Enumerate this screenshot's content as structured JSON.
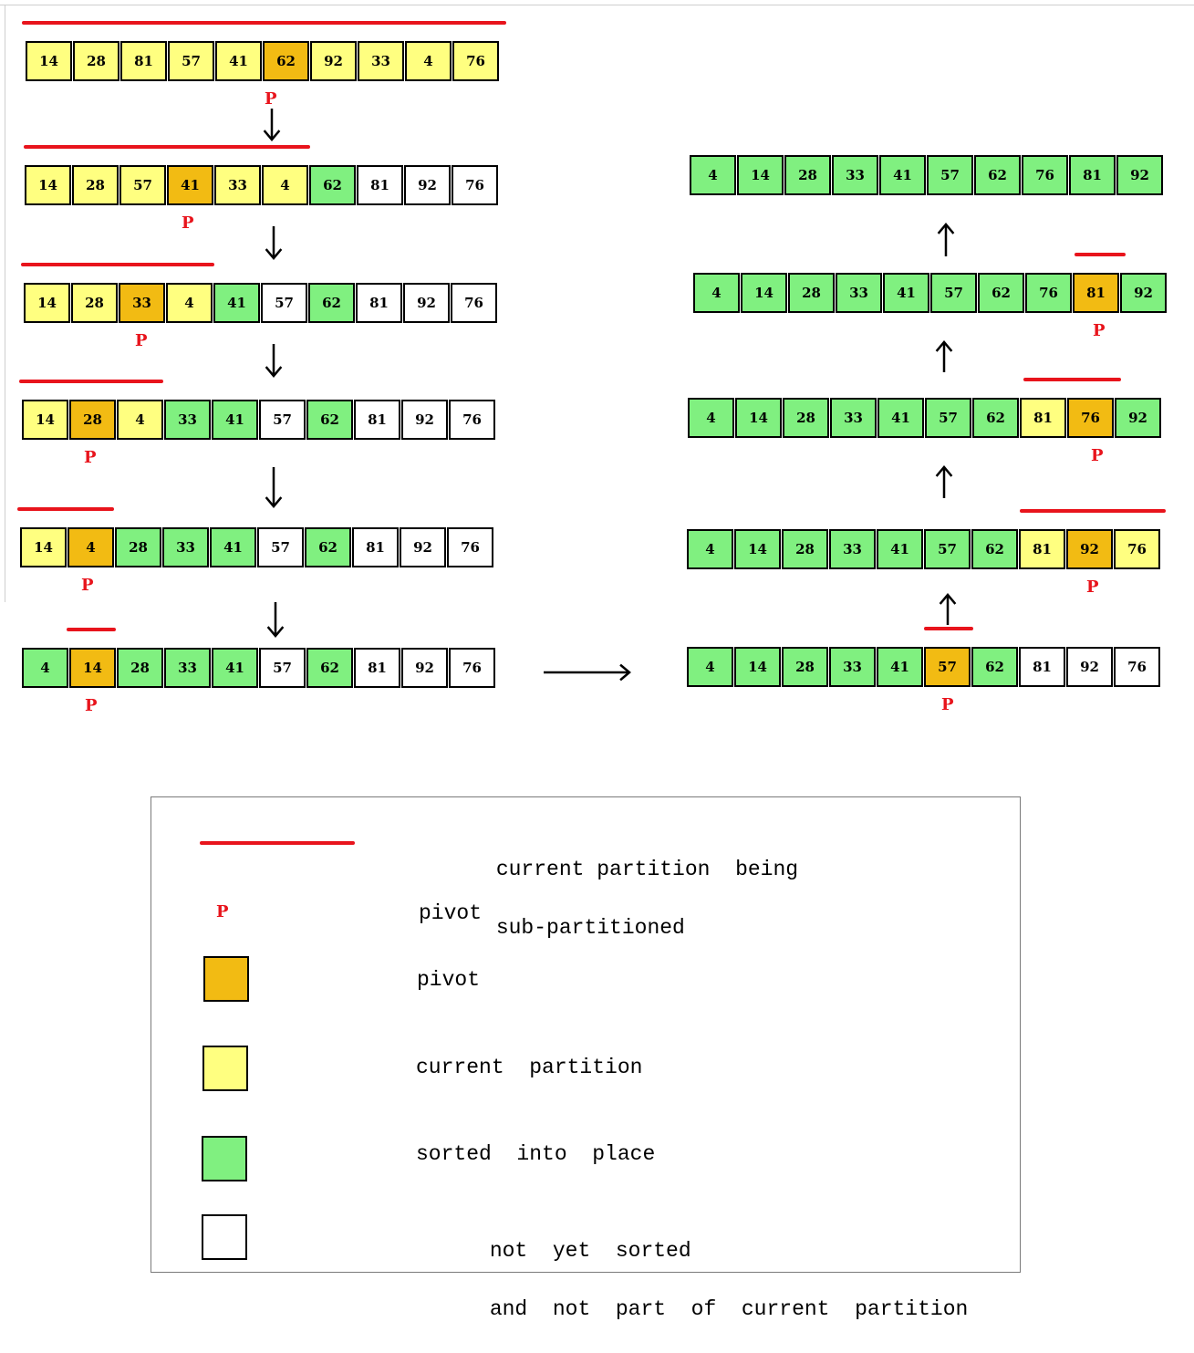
{
  "colors": {
    "pivot": "#f2bb13",
    "current_partition": "#ffff80",
    "sorted": "#80f080",
    "not_sorted": "#ffffff",
    "partition_line": "#e8141c"
  },
  "pivot_marker": "P",
  "left_steps": [
    {
      "values": [
        "14",
        "28",
        "81",
        "57",
        "41",
        "62",
        "92",
        "33",
        "4",
        "76"
      ],
      "states": [
        "cur",
        "cur",
        "cur",
        "cur",
        "cur",
        "pivot",
        "cur",
        "cur",
        "cur",
        "cur"
      ]
    },
    {
      "values": [
        "14",
        "28",
        "57",
        "41",
        "33",
        "4",
        "62",
        "81",
        "92",
        "76"
      ],
      "states": [
        "cur",
        "cur",
        "cur",
        "pivot",
        "cur",
        "cur",
        "sorted",
        "none",
        "none",
        "none"
      ]
    },
    {
      "values": [
        "14",
        "28",
        "33",
        "4",
        "41",
        "57",
        "62",
        "81",
        "92",
        "76"
      ],
      "states": [
        "cur",
        "cur",
        "pivot",
        "cur",
        "sorted",
        "none",
        "sorted",
        "none",
        "none",
        "none"
      ]
    },
    {
      "values": [
        "14",
        "28",
        "4",
        "33",
        "41",
        "57",
        "62",
        "81",
        "92",
        "76"
      ],
      "states": [
        "cur",
        "pivot",
        "cur",
        "sorted",
        "sorted",
        "none",
        "sorted",
        "none",
        "none",
        "none"
      ]
    },
    {
      "values": [
        "14",
        "4",
        "28",
        "33",
        "41",
        "57",
        "62",
        "81",
        "92",
        "76"
      ],
      "states": [
        "cur",
        "pivot",
        "sorted",
        "sorted",
        "sorted",
        "none",
        "sorted",
        "none",
        "none",
        "none"
      ]
    },
    {
      "values": [
        "4",
        "14",
        "28",
        "33",
        "41",
        "57",
        "62",
        "81",
        "92",
        "76"
      ],
      "states": [
        "sorted",
        "pivot",
        "sorted",
        "sorted",
        "sorted",
        "none",
        "sorted",
        "none",
        "none",
        "none"
      ]
    }
  ],
  "right_steps": [
    {
      "values": [
        "4",
        "14",
        "28",
        "33",
        "41",
        "57",
        "62",
        "81",
        "92",
        "76"
      ],
      "states": [
        "sorted",
        "sorted",
        "sorted",
        "sorted",
        "sorted",
        "pivot",
        "sorted",
        "none",
        "none",
        "none"
      ]
    },
    {
      "values": [
        "4",
        "14",
        "28",
        "33",
        "41",
        "57",
        "62",
        "81",
        "92",
        "76"
      ],
      "states": [
        "sorted",
        "sorted",
        "sorted",
        "sorted",
        "sorted",
        "sorted",
        "sorted",
        "cur",
        "pivot",
        "cur"
      ]
    },
    {
      "values": [
        "4",
        "14",
        "28",
        "33",
        "41",
        "57",
        "62",
        "81",
        "76",
        "92"
      ],
      "states": [
        "sorted",
        "sorted",
        "sorted",
        "sorted",
        "sorted",
        "sorted",
        "sorted",
        "cur",
        "pivot",
        "sorted"
      ]
    },
    {
      "values": [
        "4",
        "14",
        "28",
        "33",
        "41",
        "57",
        "62",
        "76",
        "81",
        "92"
      ],
      "states": [
        "sorted",
        "sorted",
        "sorted",
        "sorted",
        "sorted",
        "sorted",
        "sorted",
        "sorted",
        "pivot",
        "sorted"
      ]
    },
    {
      "values": [
        "4",
        "14",
        "28",
        "33",
        "41",
        "57",
        "62",
        "76",
        "81",
        "92"
      ],
      "states": [
        "sorted",
        "sorted",
        "sorted",
        "sorted",
        "sorted",
        "sorted",
        "sorted",
        "sorted",
        "sorted",
        "sorted"
      ]
    }
  ],
  "legend": {
    "line_label_1": "current partition  being",
    "line_label_2": "sub-partitioned",
    "p_label": "pivot",
    "pivot_swatch_label": "pivot",
    "current_label": "current  partition",
    "sorted_label": "sorted  into  place",
    "none_label_1": "not  yet  sorted",
    "none_label_2": "and  not  part  of  current  partition"
  }
}
